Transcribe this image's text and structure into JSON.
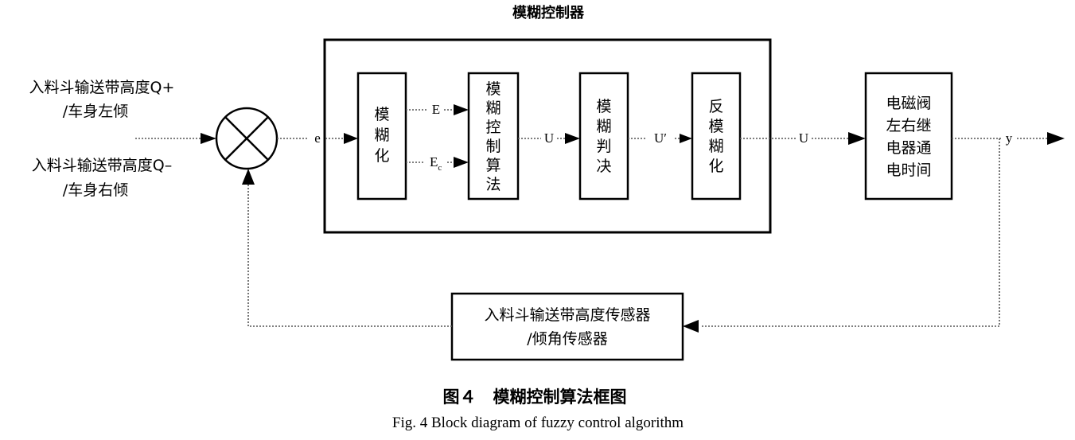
{
  "controller_title": "模糊控制器",
  "inputs": {
    "plus_line1": "入料斗输送带高度Q+",
    "plus_line2": "/车身左倾",
    "minus_line1": "入料斗输送带高度Q–",
    "minus_line2": "/车身右倾"
  },
  "blocks": {
    "fuzzify": [
      "模",
      "糊",
      "化"
    ],
    "algorithm": [
      "模",
      "糊",
      "控",
      "制",
      "算",
      "法"
    ],
    "decision": [
      "模",
      "糊",
      "判",
      "决"
    ],
    "defuzzify": [
      "反",
      "模",
      "糊",
      "化"
    ],
    "actuator": [
      "电磁阀",
      "左右继",
      "电器通",
      "电时间"
    ],
    "sensor_line1": "入料斗输送带高度传感器",
    "sensor_line2": "/倾角传感器"
  },
  "signals": {
    "e": "e",
    "E": "E",
    "Ec_base": "E",
    "Ec_sub": "c",
    "U1": "U",
    "U_prime": "U′",
    "U2": "U",
    "y": "y"
  },
  "caption": {
    "zh": "图４　模糊控制算法框图",
    "en": "Fig. 4 Block diagram of fuzzy control algorithm"
  }
}
